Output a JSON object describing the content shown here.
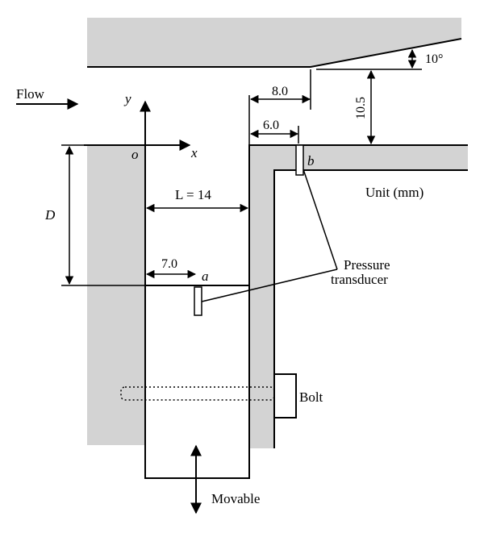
{
  "colors": {
    "wall_fill": "#d3d3d3",
    "line": "#000000",
    "background": "#ffffff"
  },
  "labels": {
    "flow": "Flow",
    "y_axis": "y",
    "x_axis": "x",
    "origin": "o",
    "depth": "D",
    "length": "L = 14",
    "dist_a": "7.0",
    "point_a": "a",
    "dist_b": "6.0",
    "point_b": "b",
    "offset": "8.0",
    "height": "10.5",
    "angle": "10°",
    "unit": "Unit (mm)",
    "pressure_line1": "Pressure",
    "pressure_line2": "transducer",
    "bolt": "Bolt",
    "movable": "Movable"
  }
}
